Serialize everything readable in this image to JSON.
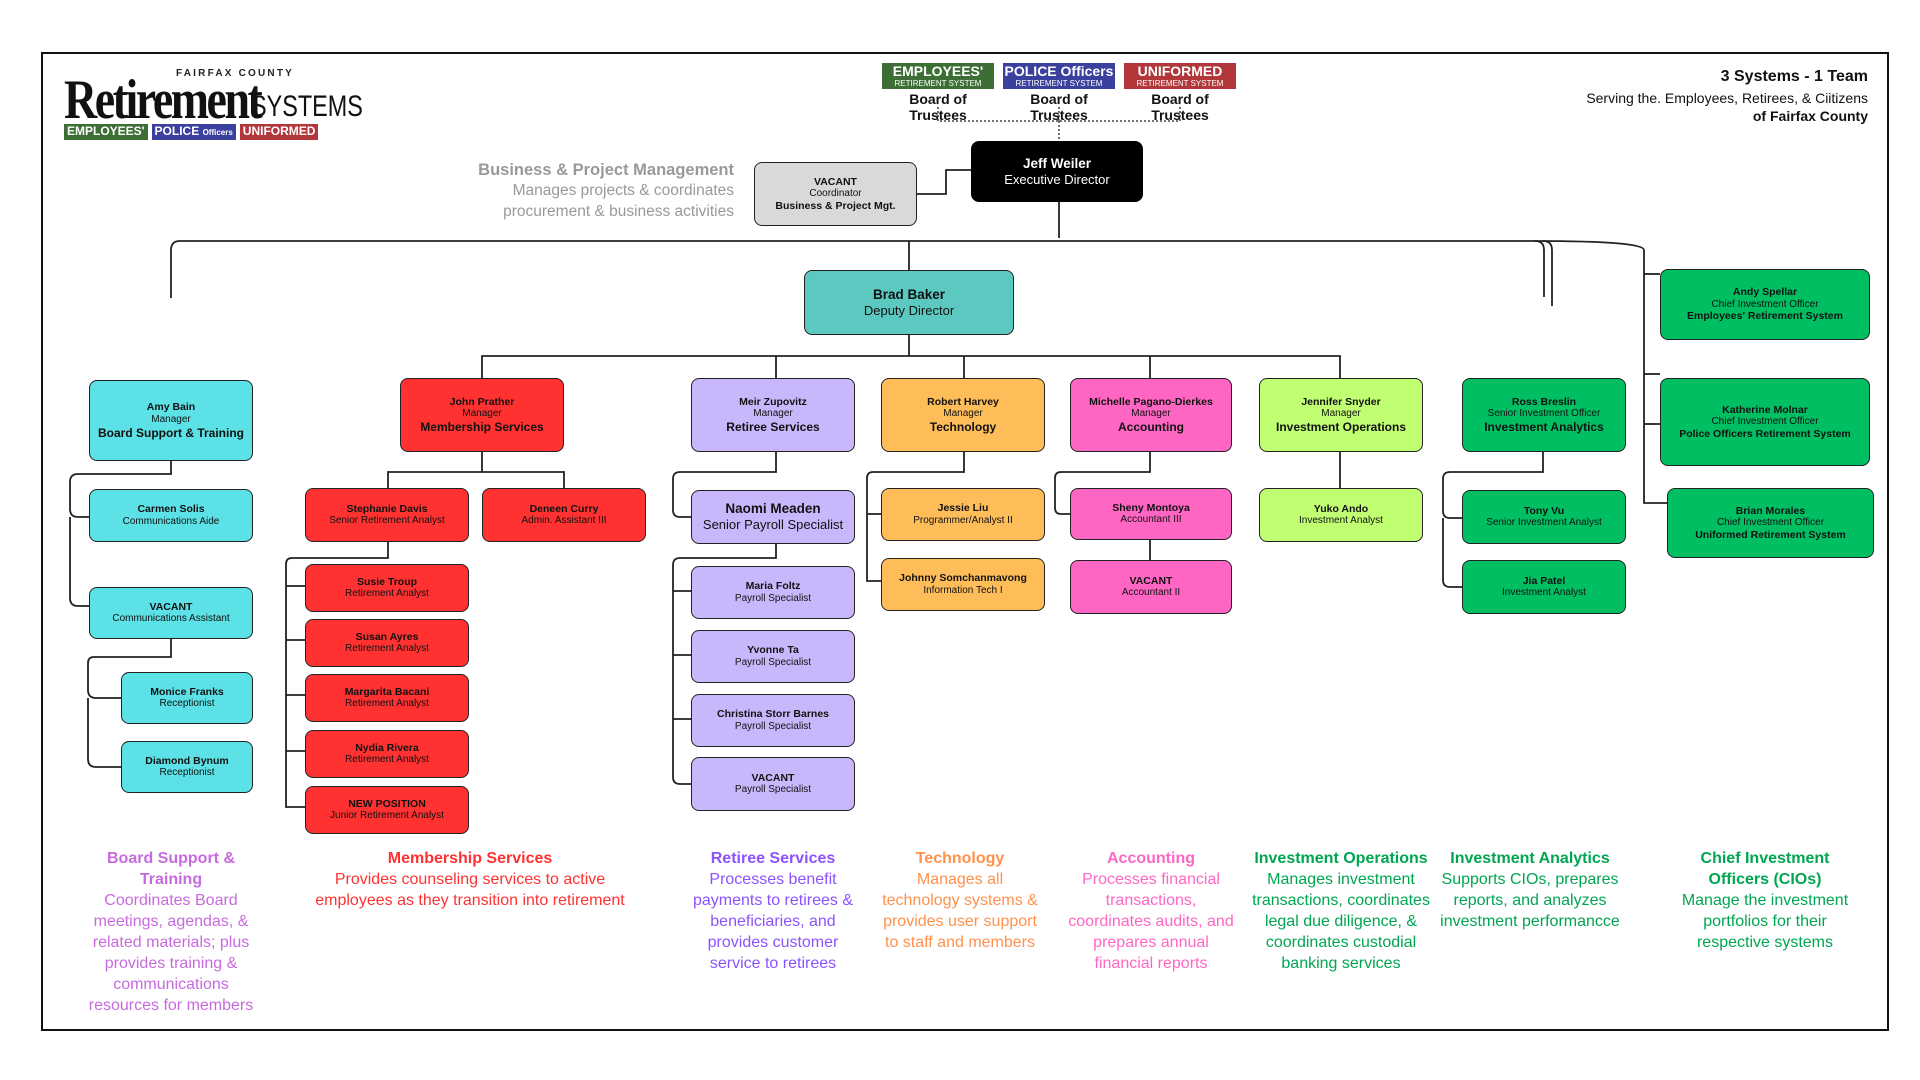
{
  "logo": {
    "county": "FAIRFAX COUNTY",
    "retirement": "Retirement",
    "systems": "SYSTEMS",
    "tag_employees": "EMPLOYEES'",
    "tag_police": "POLICE",
    "tag_police_officers": "Officers",
    "tag_uniformed": "UNIFORMED"
  },
  "trustees": [
    {
      "title": "EMPLOYEES'",
      "sub": "RETIREMENT SYSTEM",
      "board": "Board of Trustees",
      "color": "#3c6e35"
    },
    {
      "title": "POLICE Officers",
      "sub": "RETIREMENT SYSTEM",
      "board": "Board of Trustees",
      "color": "#3b3f9e"
    },
    {
      "title": "UNIFORMED",
      "sub": "RETIREMENT SYSTEM",
      "board": "Board of Trustees",
      "color": "#b1373b"
    }
  ],
  "tagline": {
    "line1": "3 Systems - 1 Team",
    "line2": "Serving the.  Employees, Retirees, & Ciitizens",
    "line3": "of Fairfax County"
  },
  "bpm": {
    "heading": "Business & Project Management",
    "line1": "Manages projects & coordinates",
    "line2": "procurement & business activities"
  },
  "colors": {
    "board_support": "#5ce1e6",
    "membership": "#ff3131",
    "retiree": "#c9b7fb",
    "technology": "#ffbd59",
    "accounting": "#ff66c4",
    "inv_ops": "#c1ff72",
    "inv_analytics": "#00bf63",
    "cio": "#00bf63",
    "deputy": "#5cc9c0",
    "exec": "#000000",
    "vacant_gray": "#d9d9d9"
  },
  "nodes": {
    "exec": {
      "name": "Jeff Weiler",
      "title": "Executive Director"
    },
    "bpm_box": {
      "name": "VACANT",
      "title": "Coordinator",
      "dept": "Business & Project Mgt."
    },
    "deputy": {
      "name": "Brad Baker",
      "title": "Deputy Director"
    },
    "amy": {
      "name": "Amy Bain",
      "title": "Manager",
      "dept": "Board Support & Training"
    },
    "carmen": {
      "name": "Carmen Solis",
      "title": "Communications Aide"
    },
    "vacant_comm": {
      "name": "VACANT",
      "title": "Communications Assistant"
    },
    "monice": {
      "name": "Monice Franks",
      "title": "Receptionist"
    },
    "diamond": {
      "name": "Diamond Bynum",
      "title": "Receptionist"
    },
    "john": {
      "name": "John Prather",
      "title": "Manager",
      "dept": "Membership Services"
    },
    "stephanie": {
      "name": "Stephanie Davis",
      "title": "Senior Retirement Analyst"
    },
    "deneen": {
      "name": "Deneen Curry",
      "title": "Admin. Assistant III"
    },
    "susie": {
      "name": "Susie Troup",
      "title": "Retirement Analyst"
    },
    "susan": {
      "name": "Susan Ayres",
      "title": "Retirement Analyst"
    },
    "margarita": {
      "name": "Margarita Bacani",
      "title": "Retirement Analyst"
    },
    "nydia": {
      "name": "Nydia Rivera",
      "title": "Retirement Analyst"
    },
    "newpos": {
      "name": "NEW POSITION",
      "title": "Junior Retirement Analyst"
    },
    "meir": {
      "name": "Meir Zupovitz",
      "title": "Manager",
      "dept": "Retiree Services"
    },
    "naomi": {
      "name": "Naomi Meaden",
      "title": "Senior Payroll Specialist"
    },
    "maria": {
      "name": "Maria Foltz",
      "title": "Payroll Specialist"
    },
    "yvonne": {
      "name": "Yvonne Ta",
      "title": "Payroll Specialist"
    },
    "christina": {
      "name": "Christina Storr Barnes",
      "title": "Payroll Specialist"
    },
    "vacant_payroll": {
      "name": "VACANT",
      "title": "Payroll Specialist"
    },
    "robert": {
      "name": "Robert Harvey",
      "title": "Manager",
      "dept": "Technology"
    },
    "jessie": {
      "name": "Jessie Liu",
      "title": "Programmer/Analyst II"
    },
    "johnny": {
      "name": "Johnny Somchanmavong",
      "title": "Information Tech I"
    },
    "michelle": {
      "name": "Michelle Pagano-Dierkes",
      "title": "Manager",
      "dept": "Accounting"
    },
    "sheny": {
      "name": "Sheny Montoya",
      "title": "Accountant III"
    },
    "vacant_acct": {
      "name": "VACANT",
      "title": "Accountant II"
    },
    "jennifer": {
      "name": "Jennifer Snyder",
      "title": "Manager",
      "dept": "Investment Operations"
    },
    "yuko": {
      "name": "Yuko Ando",
      "title": "Investment Analyst"
    },
    "ross": {
      "name": "Ross Breslin",
      "title": "Senior Investment Officer",
      "dept": "Investment Analytics"
    },
    "tony": {
      "name": "Tony Vu",
      "title": "Senior Investment Analyst"
    },
    "jia": {
      "name": "Jia Patel",
      "title": "Investment Analyst"
    },
    "andy": {
      "name": "Andy Spellar",
      "title": "Chief Investment Officer",
      "dept": "Employees' Retirement System"
    },
    "katherine": {
      "name": "Katherine Molnar",
      "title": "Chief Investment Officer",
      "dept": "Police Officers Retirement System"
    },
    "brian": {
      "name": "Brian Morales",
      "title": "Chief Investment Officer",
      "dept": "Uniformed Retirement System"
    }
  },
  "descriptions": [
    {
      "key": "board",
      "heading": "Board Support & Training",
      "text": "Coordinates Board meetings, agendas, & related materials; plus provides training & communications resources for members",
      "color": "#c86adf"
    },
    {
      "key": "member",
      "heading": "Membership Services",
      "text": "Provides counseling services to active employees as they transition into retirement",
      "color": "#ff3131"
    },
    {
      "key": "retiree",
      "heading": "Retiree Services",
      "text": "Processes benefit payments to retirees & beneficiaries, and provides customer service to retirees",
      "color": "#8c52ff"
    },
    {
      "key": "tech",
      "heading": "Technology",
      "text": "Manages all technology systems & provides user support to staff and members",
      "color": "#ff914d"
    },
    {
      "key": "acct",
      "heading": "Accounting",
      "text": "Processes financial transactions, coordinates audits, and prepares annual financial reports",
      "color": "#ff66c4"
    },
    {
      "key": "invops",
      "heading": "Investment Operations",
      "text": "Manages investment transactions, coordinates legal due diligence, & coordinates custodial banking services",
      "color": "#00a651"
    },
    {
      "key": "invan",
      "heading": "Investment Analytics",
      "text": "Supports CIOs, prepares reports, and analyzes investment performancce",
      "color": "#00a651"
    },
    {
      "key": "cio",
      "heading": "Chief Investment Officers (CIOs)",
      "text": "Manage the investment portfolios for their respective systems",
      "color": "#00a651"
    }
  ]
}
